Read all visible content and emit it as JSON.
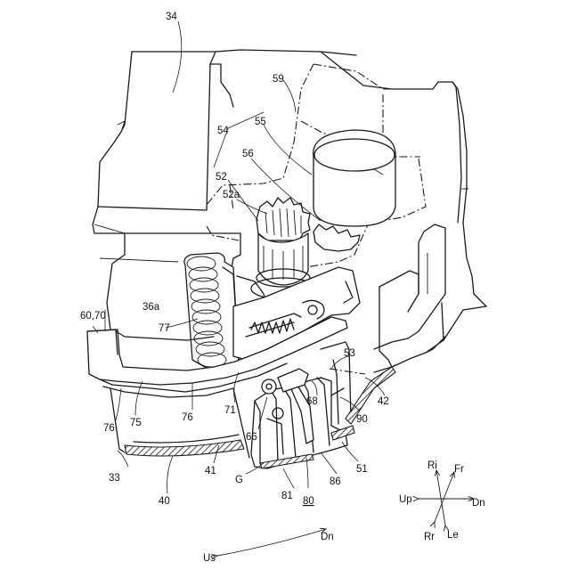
{
  "labels": {
    "l34": "34",
    "l59": "59",
    "l55": "55",
    "l54": "54",
    "l56": "56",
    "l52": "52",
    "l52a": "52a",
    "l6070": "60,70",
    "l36a": "36a",
    "l77": "77",
    "l53": "53",
    "l68": "68",
    "l42": "42",
    "l90": "90",
    "l76a": "76",
    "l75": "75",
    "l76b": "76",
    "l71": "71",
    "l66": "66",
    "l33": "33",
    "l40": "40",
    "l41": "41",
    "lG": "G",
    "l81": "81",
    "l80": "80",
    "l86": "86",
    "l51": "51"
  },
  "directions": {
    "upper_right": "Ri",
    "right_upper": "Fr",
    "left": "Up",
    "right": "Dn",
    "lower_left": "Rr",
    "lower_right": "Le",
    "arc_start": "Us",
    "arc_end": "Dn"
  }
}
